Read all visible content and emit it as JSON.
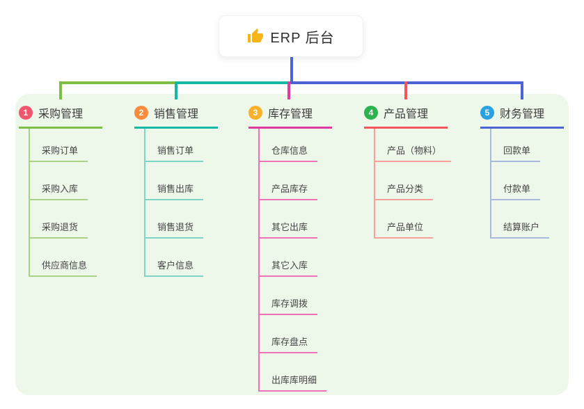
{
  "root": {
    "label": "ERP 后台",
    "icon": "thumbs-up-icon",
    "icon_color": "#F7B519"
  },
  "colors": {
    "root_connector": "#4B63D3",
    "panel_bg": "#EDF7EA"
  },
  "branches": [
    {
      "index": "1",
      "label": "采购管理",
      "badge_color": "#F0566E",
      "line_color": "#7FBE45",
      "light_color": "#A9D287",
      "children": [
        "采购订单",
        "采购入库",
        "采购退货",
        "供应商信息"
      ]
    },
    {
      "index": "2",
      "label": "销售管理",
      "badge_color": "#F78C3E",
      "line_color": "#15B8A5",
      "light_color": "#7ED4C6",
      "children": [
        "销售订单",
        "销售出库",
        "销售退货",
        "客户信息"
      ]
    },
    {
      "index": "3",
      "label": "库存管理",
      "badge_color": "#F7B12A",
      "line_color": "#DE3B9E",
      "light_color": "#EE72B8",
      "children": [
        "仓库信息",
        "产品库存",
        "其它出库",
        "其它入库",
        "库存调拨",
        "库存盘点",
        "出库库明细"
      ]
    },
    {
      "index": "4",
      "label": "产品管理",
      "badge_color": "#2CB34E",
      "line_color": "#F2555C",
      "light_color": "#F9A09A",
      "children": [
        "产品（物料）",
        "产品分类",
        "产品单位"
      ]
    },
    {
      "index": "5",
      "label": "财务管理",
      "badge_color": "#2BA1E4",
      "line_color": "#4B63D3",
      "light_color": "#A9B9DE",
      "children": [
        "回款单",
        "付款单",
        "结算账户"
      ]
    }
  ]
}
